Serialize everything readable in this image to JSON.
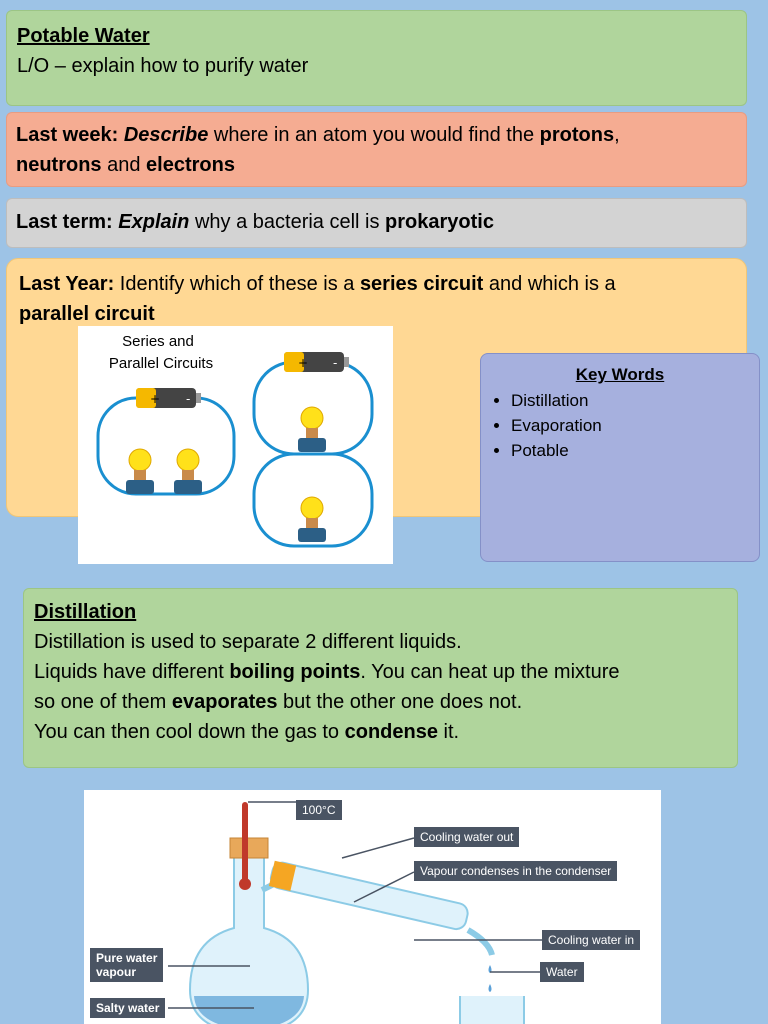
{
  "title": {
    "heading": "Potable Water",
    "objective": "L/O – explain how to purify water"
  },
  "last_week": {
    "label": "Last week:",
    "command": "Describe",
    "text1": " where in an atom you would find the ",
    "term1": "protons",
    "text2": ",",
    "term2": "neutrons",
    "text3": " and ",
    "term3": "electrons"
  },
  "last_term": {
    "label": "Last term:",
    "command": "Explain",
    "text1": " why a bacteria cell is ",
    "term1": "prokaryotic"
  },
  "last_year": {
    "label": "Last Year:",
    "text1": " Identify which of these is a ",
    "term1": "series circuit",
    "text2": " and which is a",
    "term2": "parallel circuit"
  },
  "circuits_image": {
    "caption_line1": "Series and",
    "caption_line2": "Parallel Circuits"
  },
  "key_words": {
    "heading": "Key Words",
    "items": [
      "Distillation",
      "Evaporation",
      "Potable"
    ]
  },
  "distillation": {
    "heading": "Distillation",
    "line1": "Distillation is used to separate 2 different liquids.",
    "line2a": "Liquids have different ",
    "line2b": "boiling points",
    "line2c": ". You can heat up the mixture",
    "line3a": "so one of them ",
    "line3b": "evaporates",
    "line3c": " but the other one does not.",
    "line4a": "You can then cool down the gas to ",
    "line4b": "condense",
    "line4c": " it."
  },
  "diagram_labels": {
    "temp": "100°C",
    "cooling_out": "Cooling water out",
    "condenses": "Vapour condenses in the condenser",
    "cooling_in": "Cooling water in",
    "water": "Water",
    "pure_vapour_1": "Pure water",
    "pure_vapour_2": "vapour",
    "salty": "Salty water"
  },
  "colors": {
    "background": "#9dc3e6",
    "green_box": "#b0d59c",
    "salmon_box": "#f5ac92",
    "grey_box": "#d3d3d3",
    "orange_box": "#ffd894",
    "key_words_box": "#a6b0de",
    "wire": "#1a8fd0",
    "label_box": "#4a5463"
  }
}
